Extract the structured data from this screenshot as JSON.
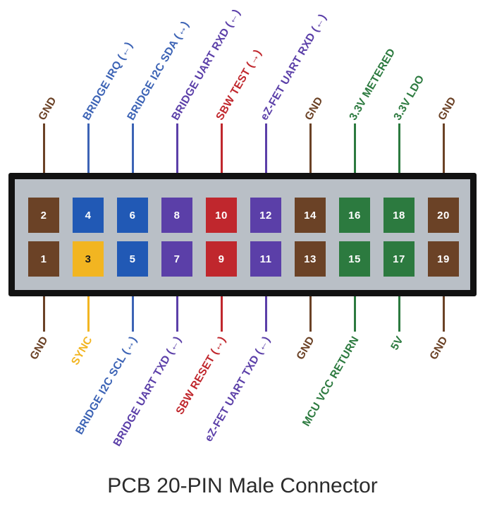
{
  "caption": "PCB 20-PIN Male Connector",
  "colors": {
    "brown": "#6B4226",
    "blue": "#2159B5",
    "gold": "#F2B521",
    "purple": "#5B3FA8",
    "red": "#C0272D",
    "green": "#2C7A3F",
    "body_fill": "#b9bfc6",
    "body_border": "#121212",
    "caption_text": "#2b2b2b"
  },
  "connector": {
    "name": "PCB 20-PIN Male Connector",
    "pin_count": 20,
    "rows": 2
  },
  "top_row": [
    {
      "pin": "2",
      "label": "GND",
      "color": "#6B4226",
      "text_color": "#ffffff"
    },
    {
      "pin": "4",
      "label": "BRIDGE IRQ (←)",
      "color": "#2159B5",
      "text_color": "#ffffff"
    },
    {
      "pin": "6",
      "label": "BRIDGE I2C SDA (↔)",
      "color": "#2159B5",
      "text_color": "#ffffff"
    },
    {
      "pin": "8",
      "label": "BRIDGE UART RXD (←)",
      "color": "#5B3FA8",
      "text_color": "#ffffff"
    },
    {
      "pin": "10",
      "label": "SBW TEST (→)",
      "color": "#C0272D",
      "text_color": "#ffffff"
    },
    {
      "pin": "12",
      "label": "eZ-FET UART RXD (←)",
      "color": "#5B3FA8",
      "text_color": "#ffffff"
    },
    {
      "pin": "14",
      "label": "GND",
      "color": "#6B4226",
      "text_color": "#ffffff"
    },
    {
      "pin": "16",
      "label": "3.3V METERED",
      "color": "#2C7A3F",
      "text_color": "#ffffff"
    },
    {
      "pin": "18",
      "label": "3.3V LDO",
      "color": "#2C7A3F",
      "text_color": "#ffffff"
    },
    {
      "pin": "20",
      "label": "GND",
      "color": "#6B4226",
      "text_color": "#ffffff"
    }
  ],
  "bottom_row": [
    {
      "pin": "1",
      "label": "GND",
      "color": "#6B4226",
      "text_color": "#ffffff"
    },
    {
      "pin": "3",
      "label": "SYNC",
      "color": "#F2B521",
      "text_color": "#1a1a1a"
    },
    {
      "pin": "5",
      "label": "BRIDGE I2C SCL (↔)",
      "color": "#2159B5",
      "text_color": "#ffffff"
    },
    {
      "pin": "7",
      "label": "BRIDGE UART TXD (←)",
      "color": "#5B3FA8",
      "text_color": "#ffffff"
    },
    {
      "pin": "9",
      "label": "SBW RESET (↔)",
      "color": "#C0272D",
      "text_color": "#ffffff"
    },
    {
      "pin": "11",
      "label": "eZ-FET UART TXD (←)",
      "color": "#5B3FA8",
      "text_color": "#ffffff"
    },
    {
      "pin": "13",
      "label": "GND",
      "color": "#6B4226",
      "text_color": "#ffffff"
    },
    {
      "pin": "15",
      "label": "MCU VCC RETURN",
      "color": "#2C7A3F",
      "text_color": "#ffffff"
    },
    {
      "pin": "17",
      "label": "5V",
      "color": "#2C7A3F",
      "text_color": "#ffffff"
    },
    {
      "pin": "19",
      "label": "GND",
      "color": "#6B4226",
      "text_color": "#ffffff"
    }
  ],
  "label_colors": {
    "gnd": "#6B4226",
    "bridge_blue": "#3C63B5",
    "bridge_purple": "#5B3FA8",
    "sbw_red": "#C0272D",
    "power_green": "#2C7A3F",
    "sync_gold": "#F2B521"
  }
}
